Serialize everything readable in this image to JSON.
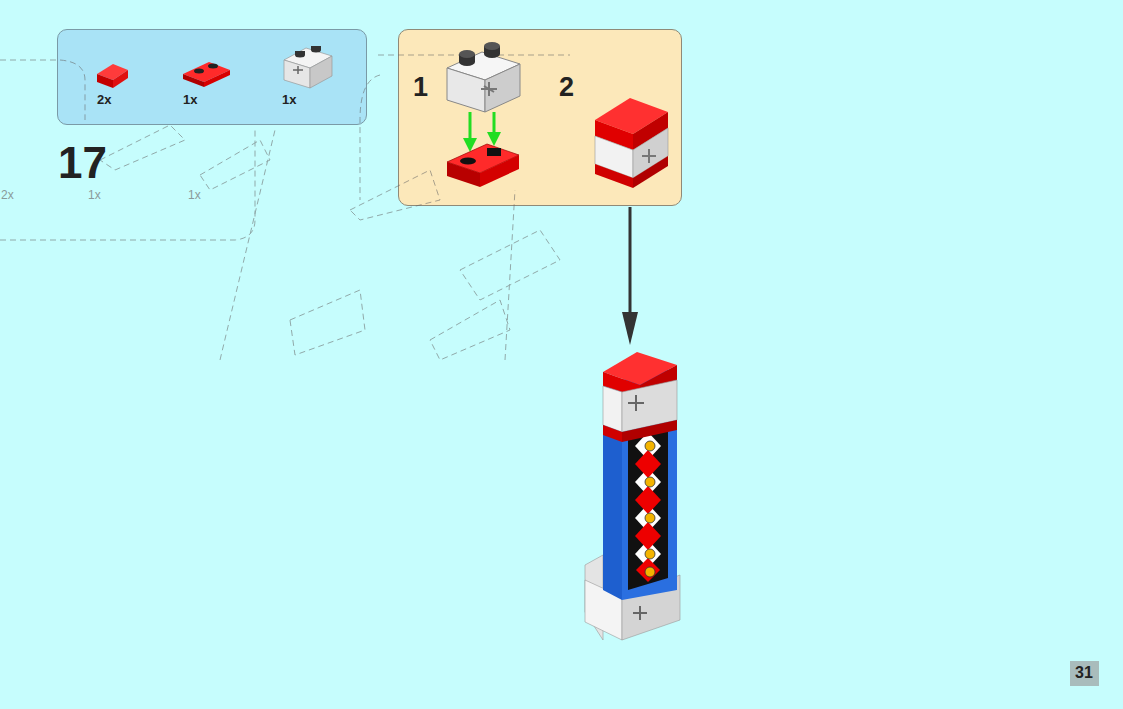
{
  "diagram": {
    "nodes": [
      {
        "text": [
          "2x",
          "1x",
          "1x"
        ]
      },
      {
        "text": [
          "1",
          "2"
        ]
      }
    ],
    "labels": [
      "17",
      "2x",
      "1x",
      "1x",
      "31"
    ]
  }
}
